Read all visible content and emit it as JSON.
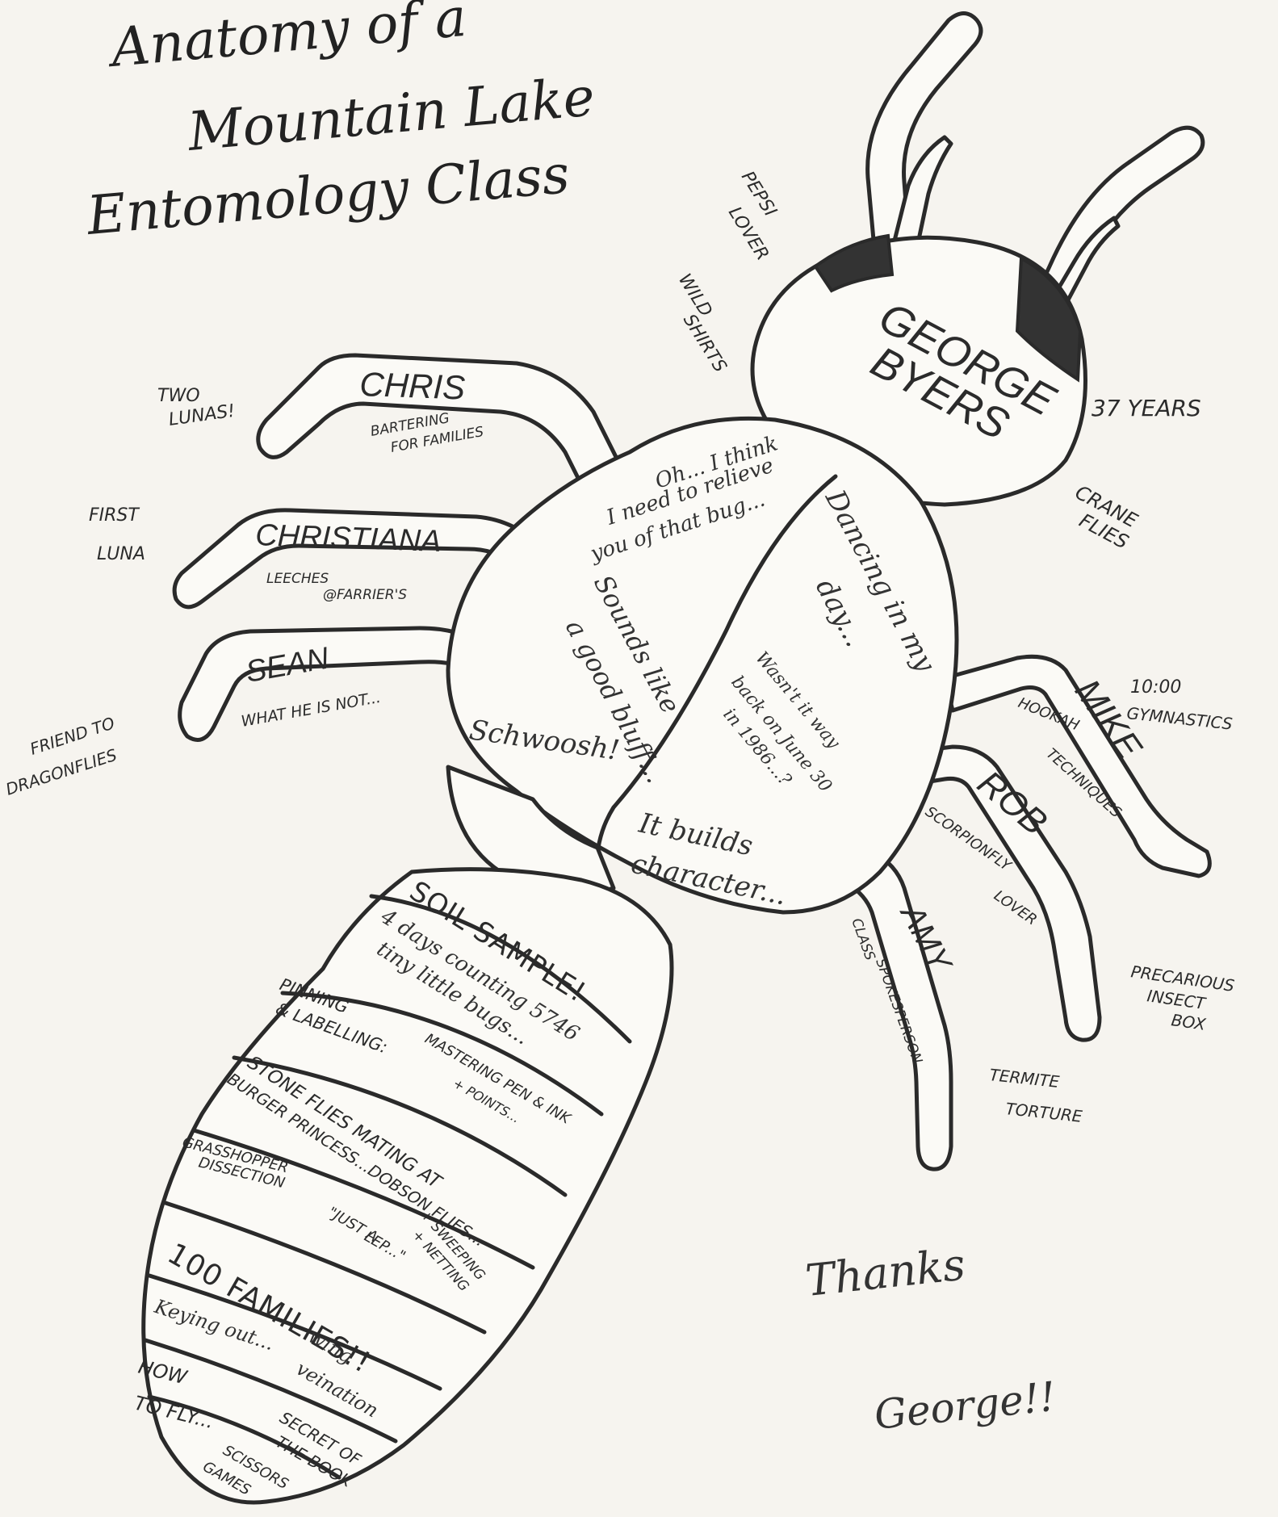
{
  "title": {
    "line1": "Anatomy of a",
    "line2": "Mountain Lake",
    "line3": "Entomology Class"
  },
  "head": {
    "name1": "GEORGE",
    "name2": "BYERS",
    "note_pepsi": "PEPSI",
    "note_lover": "LOVER",
    "note_wild": "WILD",
    "note_shirts": "SHIRTS",
    "note_years": "37 YEARS",
    "note_crane": "CRANE",
    "note_flies": "FLIES"
  },
  "thorax": {
    "quote1_l1": "Oh... I think",
    "quote1_l2": "I need to relieve",
    "quote1_l3": "you of that bug...",
    "quote2_l1": "Sounds like",
    "quote2_l2": "a good bluff...",
    "quote3": "Schwoosh!",
    "quote4_l1": "Dancing in my",
    "quote4_l2": "day...",
    "quote5_l1": "Wasn't it way",
    "quote5_l2": "back on June 30",
    "quote5_l3": "in 1986...?",
    "quote6_l1": "It builds",
    "quote6_l2": "character..."
  },
  "left_legs": {
    "chris_name": "CHRIS",
    "chris_note_l1": "BARTERING",
    "chris_note_l2": "FOR FAMILIES",
    "chris_side_l1": "TWO",
    "chris_side_l2": "LUNAS!",
    "christiana_name": "CHRISTIANA",
    "christiana_note_l1": "LEECHES",
    "christiana_note_l2": "@FARRIER'S",
    "christiana_side_l1": "FIRST",
    "christiana_side_l2": "LUNA",
    "sean_name": "SEAN",
    "sean_note": "WHAT HE IS NOT...",
    "sean_side_l1": "FRIEND TO",
    "sean_side_l2": "DRAGONFLIES"
  },
  "right_legs": {
    "mike_name": "MIKE",
    "mike_note_l1": "HOOKAH",
    "mike_note_l2": "TECHNIQUES",
    "mike_side_l1": "10:00",
    "mike_side_l2": "GYMNASTICS",
    "rob_name": "ROB",
    "rob_note_l1": "SCORPIONFLY",
    "rob_note_l2": "LOVER",
    "rob_side_l1": "PRECARIOUS",
    "rob_side_l2": "INSECT",
    "rob_side_l3": "BOX",
    "amy_name": "AMY",
    "amy_note_l1": "CLASS",
    "amy_note_l2": "SPOKESPERSON",
    "amy_side_l1": "TERMITE",
    "amy_side_l2": "TORTURE"
  },
  "abdomen": {
    "seg1_l1": "SOIL SAMPLE!",
    "seg1_l2": "4 days counting 5746",
    "seg1_l3": "tiny little bugs...",
    "seg2_l1": "PINNING",
    "seg2_l2": "& LABELLING:",
    "seg2_l3": "MASTERING PEN & INK",
    "seg2_l4": "+ POINTS...",
    "seg3_l1": "STONE FLIES MATING AT",
    "seg3_l2": "BURGER PRINCESS...DOBSON FLIES...",
    "seg4_l1": "GRASSHOPPER",
    "seg4_l2": "DISSECTION",
    "seg4_l3": "+ SWEEPING",
    "seg4_l4": "+ NETTING",
    "seg5_l1": "\"JUST A",
    "seg5_l2": "LEP...\"",
    "seg6_l1": "100 FAMILIES!!",
    "seg7_l1": "Keying out...",
    "seg7_l2": "wing",
    "seg7_l3": "veination",
    "seg8_l1": "HOW",
    "seg8_l2": "TO FLY...",
    "seg8_l3": "SECRET OF",
    "seg8_l4": "THE BOOK",
    "seg9_l1": "SCISSORS",
    "seg9_l2": "GAMES"
  },
  "thanks": {
    "line1": "Thanks",
    "line2": "George!!"
  }
}
